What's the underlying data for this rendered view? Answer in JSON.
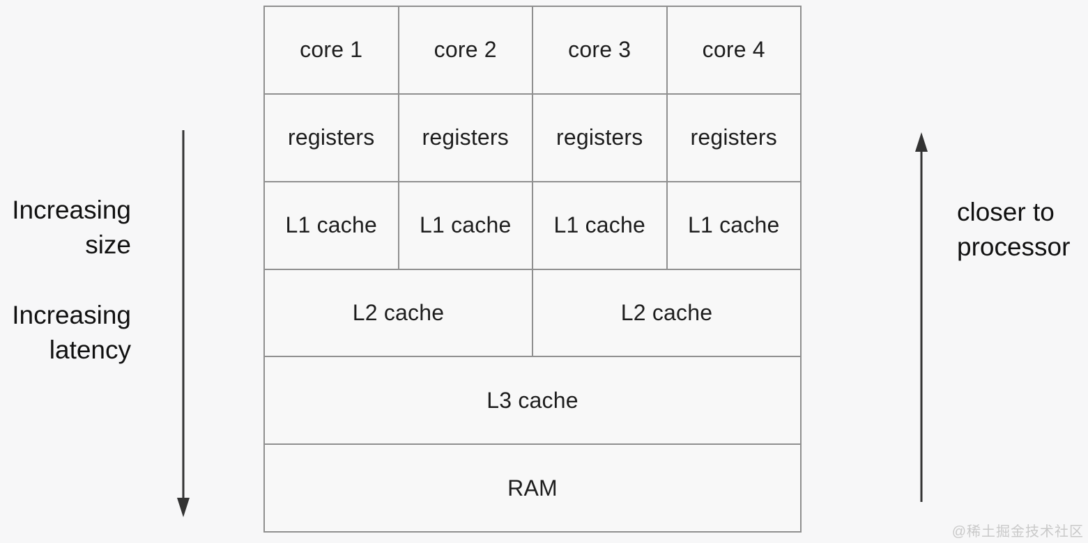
{
  "left_labels": {
    "size": {
      "line1": "Increasing",
      "line2": "size"
    },
    "latency": {
      "line1": "Increasing",
      "line2": "latency"
    }
  },
  "right_label": {
    "line1": "closer to",
    "line2": "processor"
  },
  "hierarchy": {
    "cores": [
      "core 1",
      "core 2",
      "core 3",
      "core 4"
    ],
    "registers": [
      "registers",
      "registers",
      "registers",
      "registers"
    ],
    "l1": [
      "L1 cache",
      "L1 cache",
      "L1 cache",
      "L1 cache"
    ],
    "l2": [
      "L2 cache",
      "L2 cache"
    ],
    "l3": "L3 cache",
    "ram": "RAM"
  },
  "arrows": {
    "left_direction": "down",
    "right_direction": "up"
  },
  "colors": {
    "background": "#f7f7f8",
    "cell_fill": "#f8f8f8",
    "grid_line": "#8f8f8f",
    "text": "#1d1d1d",
    "arrow": "#333333",
    "watermark": "#c9c9c9"
  },
  "watermark": "@稀土掘金技术社区"
}
